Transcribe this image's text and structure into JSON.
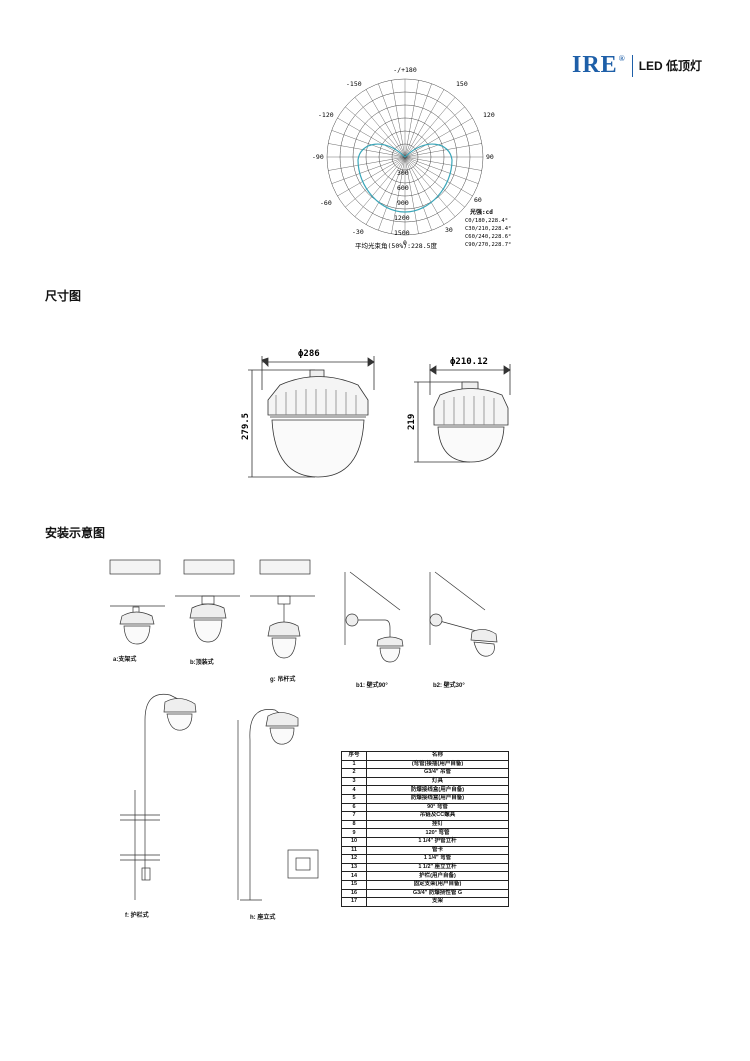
{
  "brand": {
    "logo": "IRE",
    "reg": "®",
    "product": "LED 低顶灯"
  },
  "polar": {
    "top_label": "-/+180",
    "angles": [
      "150",
      "120",
      "90",
      "60",
      "30",
      "0",
      "-30",
      "-60",
      "-90",
      "-120",
      "-150"
    ],
    "radial": [
      "300",
      "600",
      "900",
      "1200",
      "1500"
    ],
    "unit": "光强:cd",
    "legend": [
      "C0/180,228.4°",
      "C30/210,228.4°",
      "C60/240,228.6°",
      "C90/270,228.7°"
    ],
    "beam": "平均光束角(50%):228.5度"
  },
  "sections": {
    "dimensions": "尺寸图",
    "installation": "安装示意图"
  },
  "dims": {
    "d1": "ϕ286",
    "h1": "279.5",
    "d2": "ϕ210.12",
    "h2": "219"
  },
  "captions": {
    "a": "a:支架式",
    "b": "b:顶装式",
    "g": "g: 吊杆式",
    "b1": "b1: 壁式90°",
    "b2": "b2: 壁式30°",
    "f": "f: 护栏式",
    "h": "h: 座立式"
  },
  "parts_table": {
    "headers": [
      "序号",
      "名称"
    ],
    "rows": [
      [
        "1",
        "(弯管)接插(用户自备)"
      ],
      [
        "2",
        "G3/4\" 吊管"
      ],
      [
        "3",
        "灯具"
      ],
      [
        "4",
        "防爆接线盒(用户自备)"
      ],
      [
        "5",
        "防爆接线盒(用户自备)"
      ],
      [
        "6",
        "90° 弯管"
      ],
      [
        "7",
        "吊链及CC螺具"
      ],
      [
        "8",
        "挂钉"
      ],
      [
        "9",
        "120° 弯管"
      ],
      [
        "10",
        "1 1/4\" 护管立杆"
      ],
      [
        "11",
        "管卡"
      ],
      [
        "12",
        "1 1/4\" 弯管"
      ],
      [
        "13",
        "1 1/2\" 座立立杆"
      ],
      [
        "14",
        "护栏(用户自备)"
      ],
      [
        "15",
        "固定支架(用户自备)"
      ],
      [
        "16",
        "G3/4\" 防爆挠性管 G"
      ],
      [
        "17",
        "支架"
      ]
    ]
  }
}
